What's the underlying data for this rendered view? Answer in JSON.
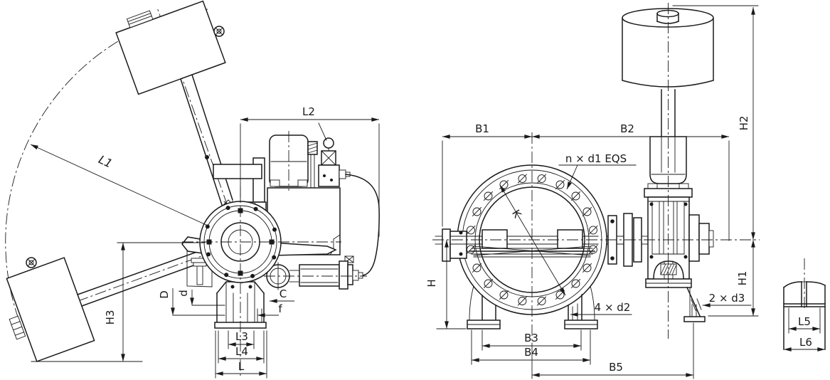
{
  "drawing": {
    "type": "technical-dimension-drawing",
    "subject": "butterfly-valve-with-counterweight-hydraulic-actuator",
    "colors": {
      "line": "#1a1a1a",
      "background": "#ffffff"
    },
    "views": {
      "side": {
        "name": "side-view",
        "dims": {
          "L1": "L1",
          "L2": "L2",
          "H3": "H3",
          "D": "D",
          "d": "d",
          "C": "C",
          "f": "f",
          "L3": "L3",
          "L4": "L4",
          "L": "L"
        }
      },
      "front": {
        "name": "front-view",
        "dims": {
          "B1": "B1",
          "B2": "B2",
          "B3": "B3",
          "B4": "B4",
          "B5": "B5",
          "H": "H",
          "H1": "H1",
          "H2": "H2",
          "K": "K",
          "bolt_pattern": "n × d1 EQS",
          "foot_holes": "4 × d2",
          "outrigger_holes": "2 × d3"
        }
      },
      "bracket_detail": {
        "name": "bracket-detail-view",
        "dims": {
          "L5": "L5",
          "L6": "L6"
        }
      }
    }
  }
}
